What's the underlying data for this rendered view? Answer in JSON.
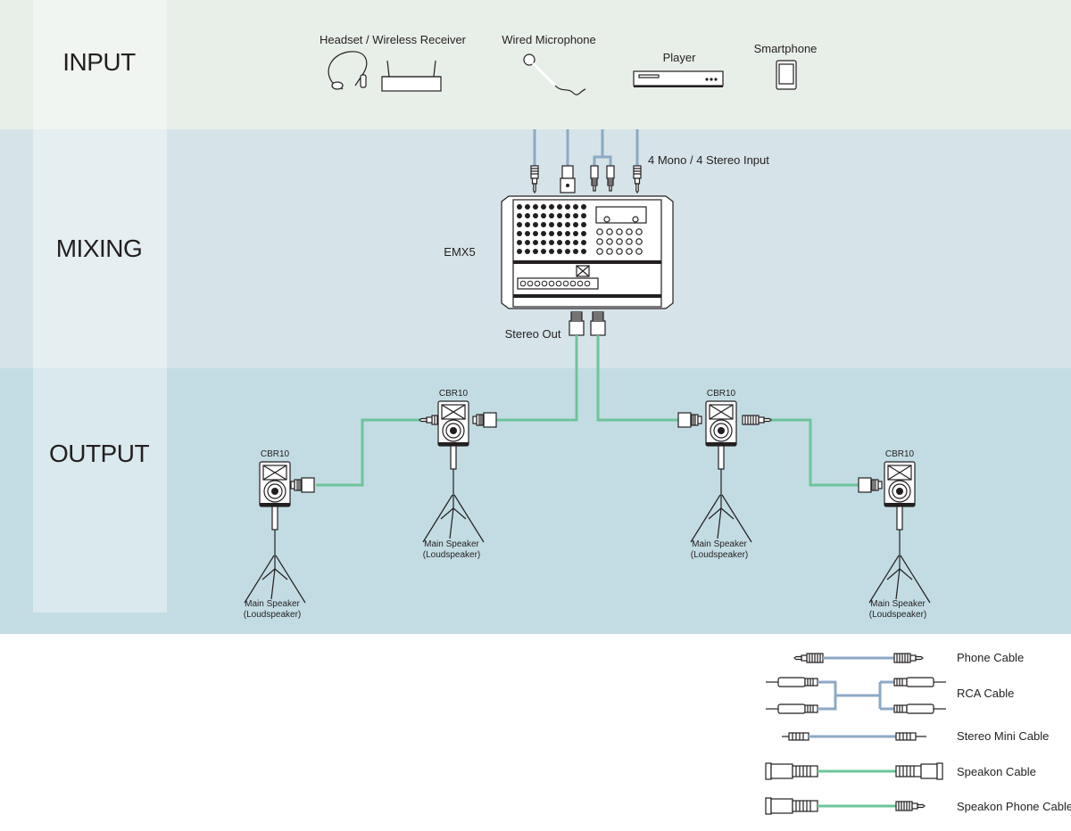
{
  "zones": {
    "input": "INPUT",
    "mixing": "MIXING",
    "output": "OUTPUT"
  },
  "inputs": {
    "headset": "Headset / Wireless Receiver",
    "microphone": "Wired Microphone",
    "player": "Player",
    "smartphone": "Smartphone"
  },
  "mixer": {
    "input_label": "4 Mono / 4 Stereo Input",
    "model": "EMX5",
    "output_label": "Stereo Out"
  },
  "speakers": [
    {
      "model": "CBR10",
      "role": "Main Speaker",
      "sub": "(Loudspeaker)"
    },
    {
      "model": "CBR10",
      "role": "Main Speaker",
      "sub": "(Loudspeaker)"
    },
    {
      "model": "CBR10",
      "role": "Main Speaker",
      "sub": "(Loudspeaker)"
    },
    {
      "model": "CBR10",
      "role": "Main Speaker",
      "sub": "(Loudspeaker)"
    }
  ],
  "legend": {
    "phone": "Phone Cable",
    "rca": "RCA Cable",
    "stereo_mini": "Stereo Mini Cable",
    "speakon": "Speakon Cable",
    "speakon_phone": "Speakon Phone Cable"
  },
  "colors": {
    "input_band": "#e8efe9",
    "mixing_band": "#d6e4e9",
    "output_band": "#c3dce3",
    "label_column": "#f1f5f1",
    "cable_signal": "#8da9c4",
    "cable_speaker": "#6dc49a"
  }
}
